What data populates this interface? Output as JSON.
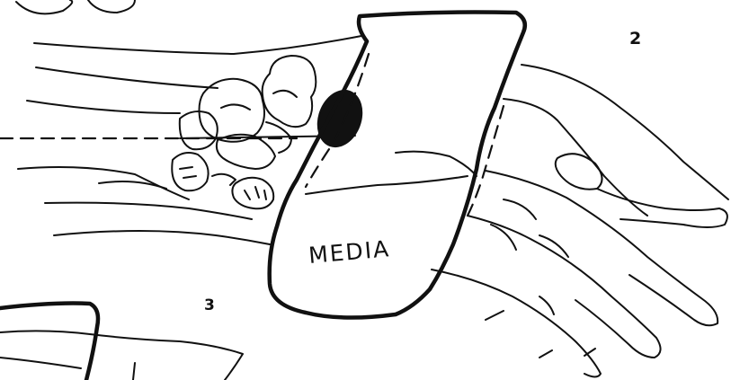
{
  "labels": {
    "figure_2": "2",
    "figure_3": "3",
    "splint": "MEDIA"
  },
  "colors": {
    "ink": "#111111",
    "paper": "#ffffff"
  }
}
